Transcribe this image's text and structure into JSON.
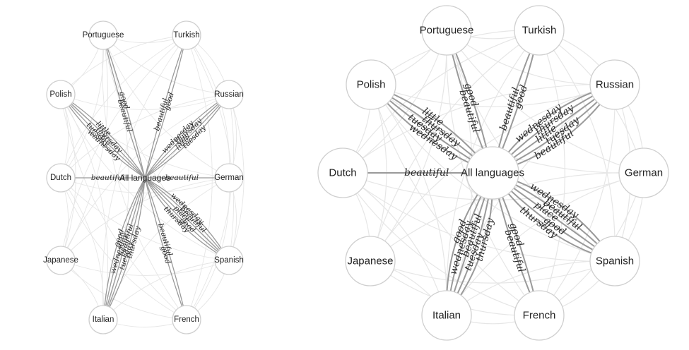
{
  "diagrams": [
    {
      "id": "left",
      "hub": "All languages",
      "nodes": [
        {
          "key": "portuguese",
          "label": "Portuguese"
        },
        {
          "key": "turkish",
          "label": "Turkish"
        },
        {
          "key": "polish",
          "label": "Polish"
        },
        {
          "key": "russian",
          "label": "Russian"
        },
        {
          "key": "dutch",
          "label": "Dutch"
        },
        {
          "key": "german",
          "label": "German"
        },
        {
          "key": "japanese",
          "label": "Japanese"
        },
        {
          "key": "spanish",
          "label": "Spanish"
        },
        {
          "key": "italian",
          "label": "Italian"
        },
        {
          "key": "french",
          "label": "French"
        }
      ],
      "hub_edges": [
        {
          "to": "portuguese",
          "words": [
            "beautiful",
            "good"
          ]
        },
        {
          "to": "turkish",
          "words": [
            "beautiful",
            "good"
          ]
        },
        {
          "to": "polish",
          "words": [
            "wednesday",
            "tuesday",
            "thursday",
            "little"
          ]
        },
        {
          "to": "russian",
          "words": [
            "wednesday",
            "thursday",
            "little",
            "tuesday"
          ]
        },
        {
          "to": "dutch",
          "words": [
            "beautiful"
          ]
        },
        {
          "to": "german",
          "words": [
            "beautiful"
          ]
        },
        {
          "to": "spanish",
          "words": [
            "wednesday",
            "beautiful",
            "place",
            "good",
            "thursday"
          ]
        },
        {
          "to": "italian",
          "words": [
            "thursday",
            "tuesday",
            "beautiful",
            "wednesday",
            "good"
          ]
        },
        {
          "to": "french",
          "words": [
            "beautiful",
            "good"
          ]
        }
      ]
    },
    {
      "id": "right",
      "hub": "All languages",
      "nodes": [
        {
          "key": "portuguese",
          "label": "Portuguese"
        },
        {
          "key": "turkish",
          "label": "Turkish"
        },
        {
          "key": "polish",
          "label": "Polish"
        },
        {
          "key": "russian",
          "label": "Russian"
        },
        {
          "key": "dutch",
          "label": "Dutch"
        },
        {
          "key": "german",
          "label": "German"
        },
        {
          "key": "japanese",
          "label": "Japanese"
        },
        {
          "key": "spanish",
          "label": "Spanish"
        },
        {
          "key": "italian",
          "label": "Italian"
        },
        {
          "key": "french",
          "label": "French"
        }
      ],
      "hub_edges": [
        {
          "to": "portuguese",
          "words": [
            "beautiful",
            "good"
          ]
        },
        {
          "to": "turkish",
          "words": [
            "beautiful",
            "good"
          ]
        },
        {
          "to": "polish",
          "words": [
            "wednesday",
            "tuesday",
            "thursday",
            "little"
          ]
        },
        {
          "to": "russian",
          "words": [
            "wednesday",
            "thursday",
            "little",
            "tuesday",
            "beautiful"
          ]
        },
        {
          "to": "dutch",
          "words": [
            "beautiful"
          ]
        },
        {
          "to": "spanish",
          "words": [
            "wednesday",
            "beautiful",
            "place",
            "good",
            "thursday"
          ]
        },
        {
          "to": "italian",
          "words": [
            "thursday",
            "tuesday",
            "beautiful",
            "wednesday",
            "good"
          ]
        },
        {
          "to": "french",
          "words": [
            "good",
            "beautiful"
          ]
        }
      ]
    }
  ]
}
